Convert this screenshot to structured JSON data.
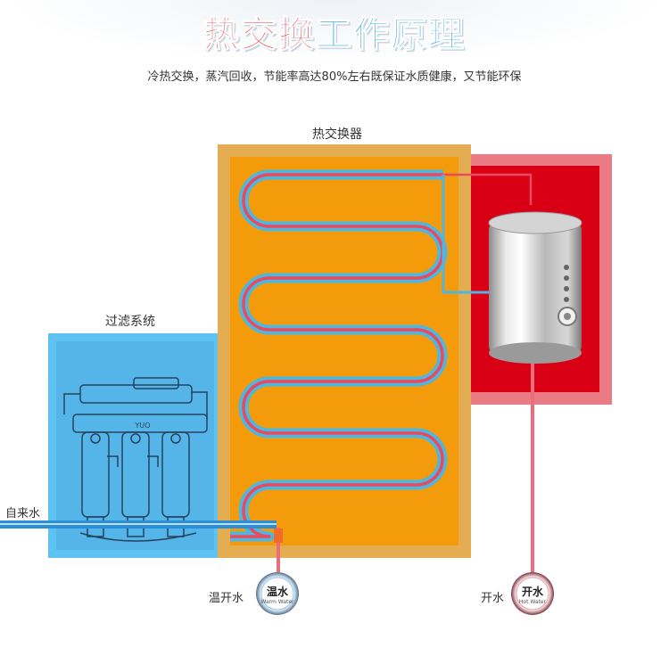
{
  "title": {
    "part_red": "热交换",
    "part_blue": "工作原理"
  },
  "subtitle": "冷热交换，蒸汽回收，节能率高达80%左右既保证水质健康，又节能环保",
  "labels": {
    "heat_exchanger": "热交换器",
    "filter_system": "过滤系统",
    "tap_water": "自来水",
    "warm_water": "温开水",
    "boiling_water": "开水"
  },
  "badges": {
    "warm": {
      "cn": "温水",
      "en": "Warm Water"
    },
    "hot": {
      "cn": "开水",
      "en": "Hot Water"
    }
  },
  "brand": "YUO",
  "colors": {
    "filter_bg": "#5bb8ea",
    "exchanger_bg": "#f39b0b",
    "heater_bg": "#d90016",
    "cold_pipe": "#4fb6df",
    "hot_pipe": "#e84a5f"
  }
}
